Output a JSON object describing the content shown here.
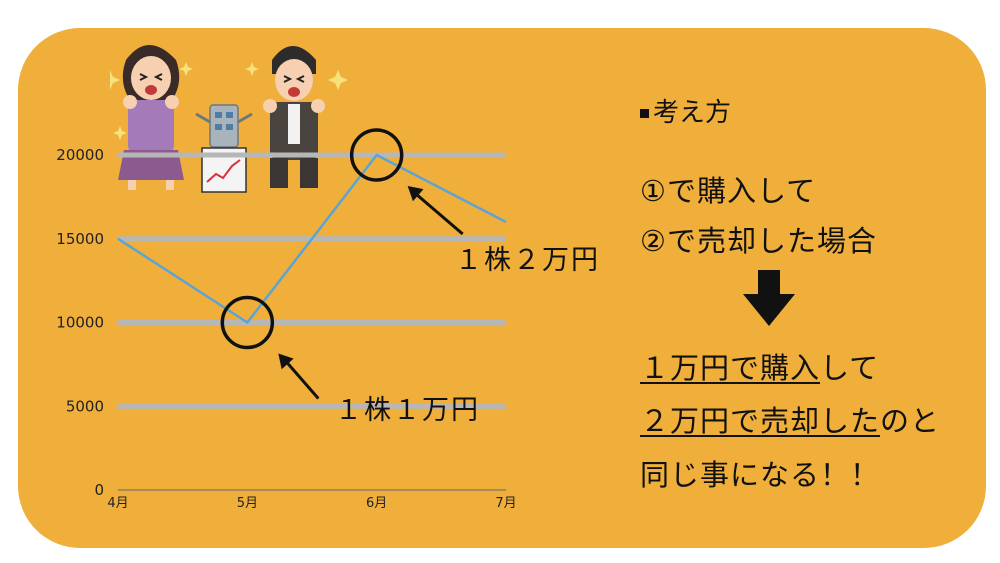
{
  "colors": {
    "card_bg": "#efaf3a",
    "line": "#5aa4d6",
    "grid": "#b7b7b7",
    "circle": "#111111"
  },
  "chart_data": {
    "type": "line",
    "categories": [
      "4月",
      "5月",
      "6月",
      "7月"
    ],
    "series": [
      {
        "values": [
          15000,
          10000,
          20000,
          16000
        ]
      }
    ],
    "yticks": [
      "0",
      "5000",
      "10000",
      "15000",
      "20000"
    ],
    "ylim": [
      0,
      20000
    ],
    "grid": true,
    "highlighted_points": [
      {
        "category": "5月",
        "value": 10000
      },
      {
        "category": "6月",
        "value": 20000
      }
    ],
    "annotations": {
      "low": "１株１万円",
      "high": "１株２万円"
    }
  },
  "illustration": {
    "icons": [
      "woman-cheering-icon",
      "robot-trader-icon",
      "man-cheering-icon",
      "sparkle-icon"
    ]
  },
  "explanation": {
    "heading": "考え方",
    "step1": "①で購入して",
    "step2": "②で売却した場合",
    "arrow_icon": "down-arrow-icon",
    "result1_underlined": "１万円で購入",
    "result1_tail": "して",
    "result2_underlined": "２万円で売却した",
    "result2_tail": "のと",
    "result3": "同じ事になる！！"
  }
}
